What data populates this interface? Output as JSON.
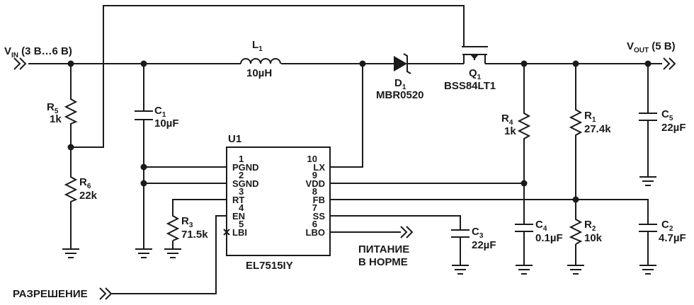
{
  "vin": {
    "pre": "V",
    "sub": "IN",
    "post": " (3 В…6 В)"
  },
  "vout": {
    "pre": "V",
    "sub": "OUT",
    "post": " (5 В)"
  },
  "l1": {
    "ref": "L",
    "sub": "1",
    "value": "10µH"
  },
  "d1": {
    "ref": "D",
    "sub": "1",
    "part": "MBR0520"
  },
  "q1": {
    "ref": "Q",
    "sub": "1",
    "part": "BSS84LT1"
  },
  "r5": {
    "ref": "R",
    "sub": "5",
    "value": "1k"
  },
  "r6": {
    "ref": "R",
    "sub": "6",
    "value": "22k"
  },
  "r3": {
    "ref": "R",
    "sub": "3",
    "value": "71.5k"
  },
  "r4": {
    "ref": "R",
    "sub": "4",
    "value": "1k"
  },
  "r1": {
    "ref": "R",
    "sub": "1",
    "value": "27.4k"
  },
  "r2": {
    "ref": "R",
    "sub": "2",
    "value": "10k"
  },
  "c1": {
    "ref": "C",
    "sub": "1",
    "value": "10µF"
  },
  "c3": {
    "ref": "C",
    "sub": "3",
    "value": "22µF"
  },
  "c4": {
    "ref": "C",
    "sub": "4",
    "value": "0.1µF"
  },
  "c5": {
    "ref": "C",
    "sub": "5",
    "value": "22µF"
  },
  "c2": {
    "ref": "C",
    "sub": "2",
    "value": "4.7µF"
  },
  "ic": {
    "ref": "U1",
    "part": "EL7515IY",
    "left_pins": [
      {
        "num": "1",
        "name": "PGND"
      },
      {
        "num": "2",
        "name": "SGND"
      },
      {
        "num": "3",
        "name": "RT"
      },
      {
        "num": "4",
        "name": "EN"
      },
      {
        "num": "5",
        "name": "LBI"
      }
    ],
    "right_pins": [
      {
        "num": "10",
        "name": "LX"
      },
      {
        "num": "9",
        "name": "VDD"
      },
      {
        "num": "8",
        "name": "FB"
      },
      {
        "num": "7",
        "name": "SS"
      },
      {
        "num": "6",
        "name": "LBO"
      }
    ]
  },
  "power_good": {
    "line1": "ПИТАНИЕ",
    "line2": "В НОРМЕ"
  },
  "enable": {
    "label": "РАЗРЕШЕНИЕ"
  }
}
